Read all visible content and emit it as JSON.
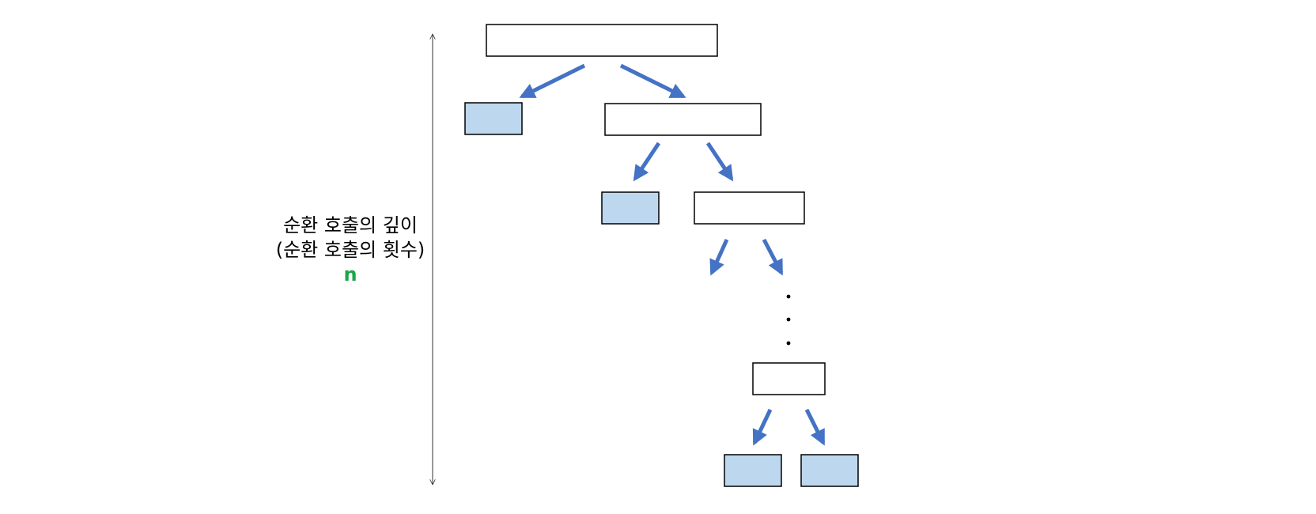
{
  "label": {
    "line1": "순환 호출의 깊이",
    "line2": "(순환 호출의 횟수)",
    "variable": "n"
  },
  "colors": {
    "arrow": "#4472c4",
    "base_case_fill": "#bdd7ee",
    "node_stroke": "#000000",
    "variable": "#1aa64a"
  }
}
